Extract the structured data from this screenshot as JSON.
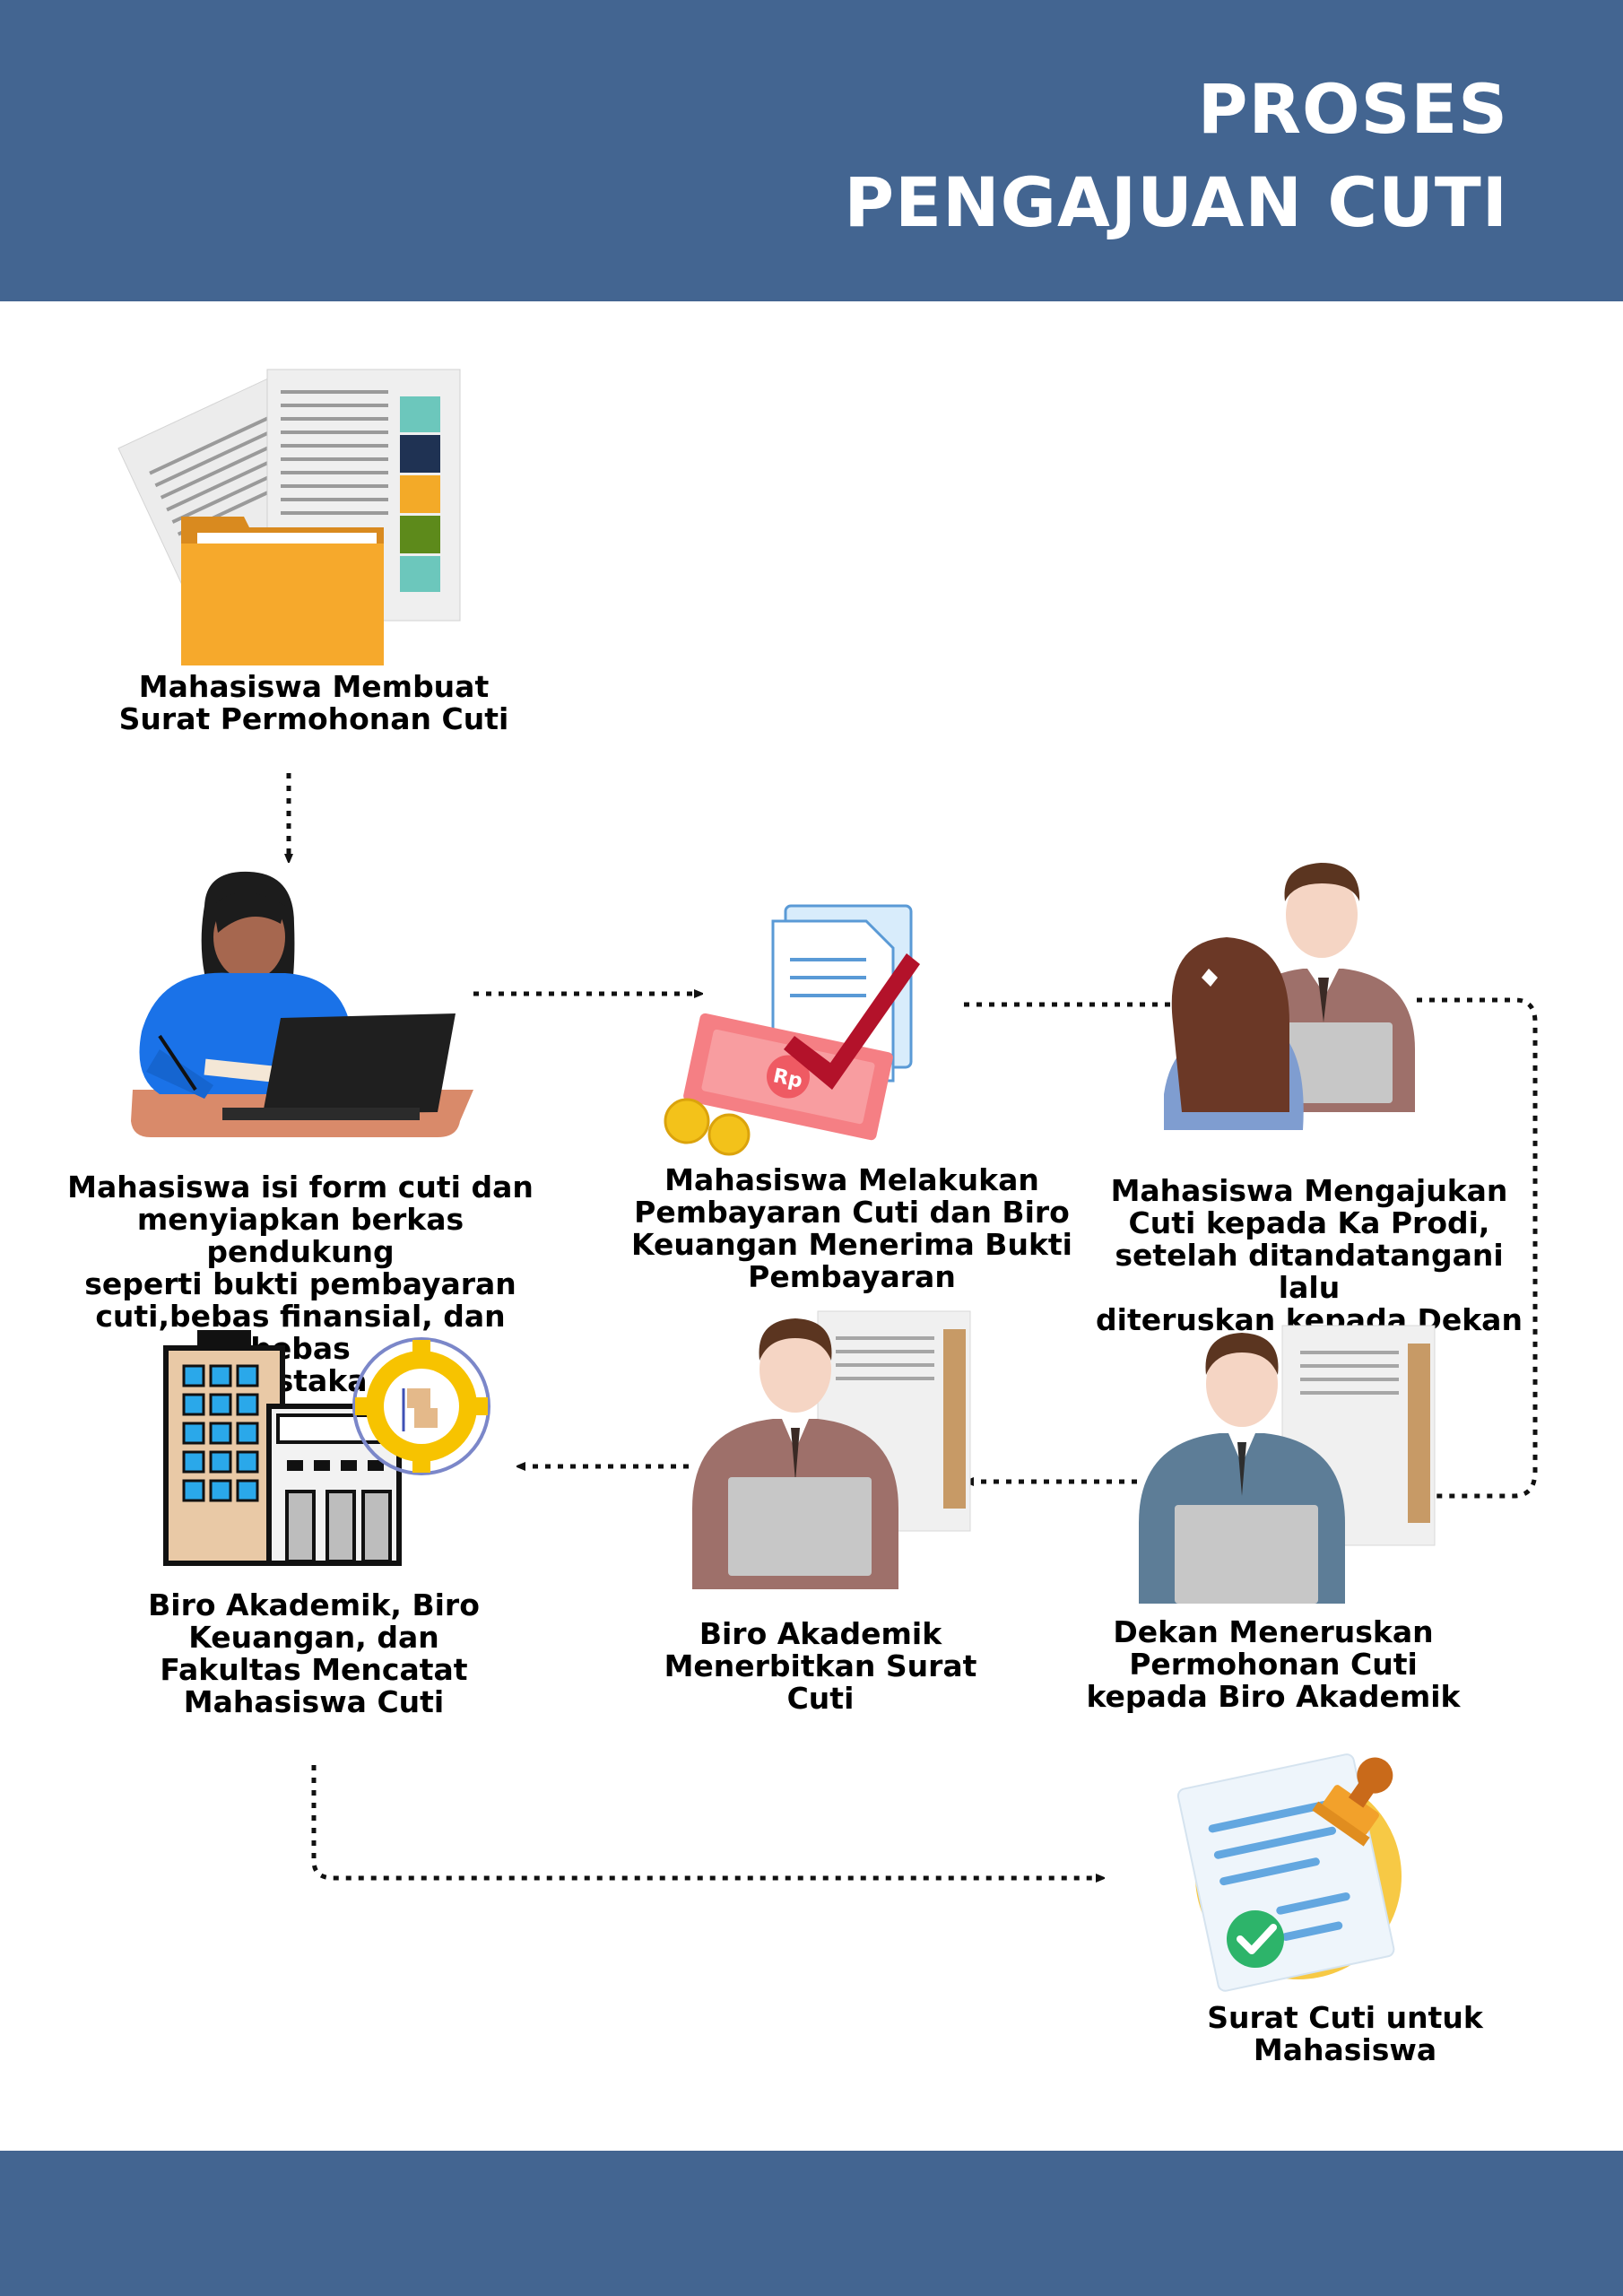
{
  "header": {
    "title_line1": "PROSES",
    "title_line2": "PENGAJUAN CUTI"
  },
  "colors": {
    "banner": "#436591",
    "arrow": "#111111",
    "folder": "#F6A92C",
    "check_red": "#B3122A",
    "check_green": "#2DB46A"
  },
  "steps": [
    {
      "id": "step-1",
      "icon": "documents-folder-icon",
      "label": "Mahasiswa Membuat\nSurat Permohonan Cuti"
    },
    {
      "id": "step-2",
      "icon": "student-laptop-icon",
      "label": "Mahasiswa isi form cuti dan\nmenyiapkan berkas pendukung\nseperti bukti pembayaran\ncuti,bebas finansial, dan bebas\npustaka"
    },
    {
      "id": "step-3",
      "icon": "payment-check-icon",
      "label": "Mahasiswa Melakukan\nPembayaran Cuti dan Biro\nKeuangan Menerima Bukti\nPembayaran"
    },
    {
      "id": "step-4",
      "icon": "consultation-icon",
      "label": "Mahasiswa Mengajukan\nCuti kepada Ka Prodi,\nsetelah ditandatangani lalu\nditeruskan kepada Dekan"
    },
    {
      "id": "step-5",
      "icon": "officer-laptop-icon",
      "label": "Dekan Meneruskan\nPermohonan Cuti\nkepada Biro Akademik"
    },
    {
      "id": "step-6",
      "icon": "officer-laptop-icon",
      "label": "Biro Akademik\nMenerbitkan Surat\nCuti"
    },
    {
      "id": "step-7",
      "icon": "building-gear-icon",
      "label": "Biro Akademik, Biro\nKeuangan, dan\nFakultas Mencatat\nMahasiswa Cuti"
    },
    {
      "id": "step-8",
      "icon": "stamped-letter-icon",
      "label": "Surat Cuti untuk\nMahasiswa"
    }
  ],
  "currency_symbol": "Rp"
}
